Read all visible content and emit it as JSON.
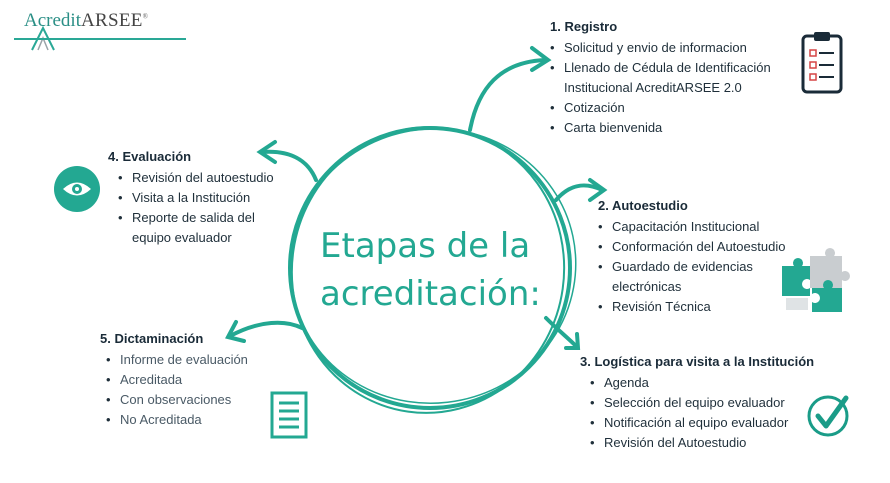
{
  "logo": {
    "part1": "Acredit",
    "part2": "ARSEE",
    "mark": "®"
  },
  "title": {
    "line1": "Etapas de la",
    "line2": "acreditación:"
  },
  "steps": [
    {
      "heading": "1. Registro",
      "items": [
        "Solicitud y envio de informacion",
        "Llenado de Cédula de Identificación Institucional AcreditARSEE 2.0",
        "Cotización",
        "Carta bienvenida"
      ],
      "icon": "clipboard-checklist-icon"
    },
    {
      "heading": "2. Autoestudio",
      "items": [
        "Capacitación Institucional",
        "Conformación del Autoestudio",
        "Guardado de evidencias electrónicas",
        "Revisión Técnica"
      ],
      "icon": "puzzle-icon"
    },
    {
      "heading": "3. Logística para visita a la Institución",
      "items": [
        "Agenda",
        "Selección del equipo evaluador",
        "Notificación al equipo evaluador",
        "Revisión del Autoestudio"
      ],
      "icon": "checkmark-circle-icon"
    },
    {
      "heading": "4. Evaluación",
      "items": [
        "Revisión del autoestudio",
        "Visita a la Institución",
        "Reporte de salida del equipo evaluador"
      ],
      "icon": "eye-icon"
    },
    {
      "heading": "5. Dictaminación",
      "items": [
        "Informe de evaluación",
        "Acreditada",
        "Con observaciones",
        "No Acreditada"
      ],
      "icon": "document-icon"
    }
  ],
  "colors": {
    "accent": "#23a892",
    "dark": "#1a2b38"
  }
}
